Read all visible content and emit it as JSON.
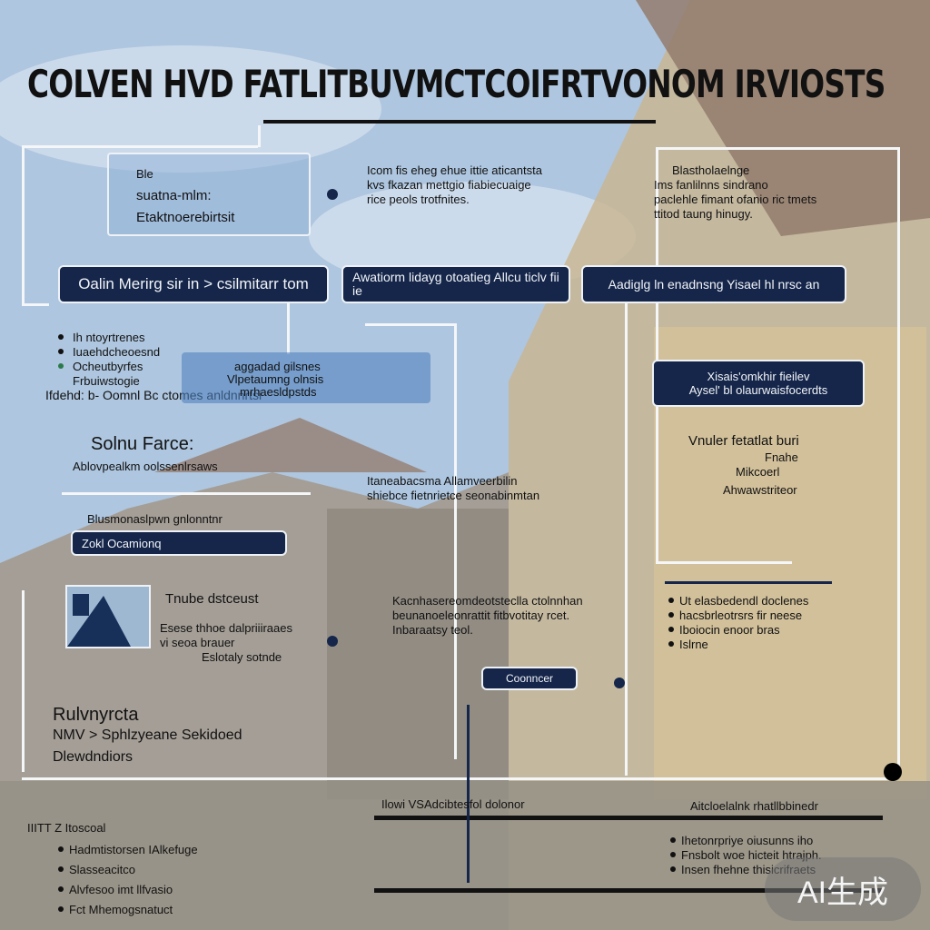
{
  "header": {
    "title": "COLVEN HVD FATLITBUVMCTCOIFRTVONOM IRVIOSTS"
  },
  "nodes": {
    "top_left_card": {
      "line1": "Ble",
      "line2": "suatna-mlm:",
      "line3": "Etaktnoerebirtsit"
    },
    "top_middle_text": {
      "line1": "Icom fis eheg ehue ittie aticantsta",
      "line2": "kvs fkazan mettgio fiabiecuaige",
      "line3": "rice peols trotfnites."
    },
    "top_right_text": {
      "line1": "Blastholaelnge",
      "line2": "Ims fanlilnns sindrano",
      "line3": "paclehle fimant ofanio ric tmets",
      "line4": "ttitod taung hinugy."
    },
    "bar_row": [
      {
        "label": "Oalin Merirg  sir in  > csilmitarr tom"
      },
      {
        "label": "Awatiorm  lidayg otoatieg  Allcu  ticlv fii ie"
      },
      {
        "label": "Aadiglg  ln enadnsng  Yisael  hl nrsc  an"
      }
    ],
    "left_list": {
      "items": [
        "Ih  ntoyrtrenes",
        "Iuaehdcheoesnd",
        "Ocheutbyrfes",
        "Frbuiwstogie"
      ],
      "footer": "Ifdehd:  b- Oomnl  Bc ctomes  anldnnrtsi"
    },
    "middle_glass": {
      "line1": "aggadad  gilsnes",
      "line2": "Vlpetaumng olnsis",
      "line3": "mrhaesldpstds"
    },
    "right_navy": {
      "line1": "Xisais'omkhir fieilev",
      "line2": "Aysel'  bl   olaurwaisfocerdts"
    },
    "section_left": {
      "heading": "Solnu  Farce:",
      "sub": "Ablovpealkm oolssenlrsaws",
      "mini": "Blusmonaslpwn gnlonntnr"
    },
    "section_left_bar": {
      "label": "Zokl Ocamionq"
    },
    "middle_text2": {
      "line1": "Itaneabacsma   Allamveerbilin",
      "line2": "shiebce fietnrietce seonabinmtan"
    },
    "right_section": {
      "heading": "Vnuler fetatlat buri",
      "line2": "Fnahe",
      "line3": "Mikcoerl",
      "line4": "Ahwawstriteor"
    },
    "image_block": {
      "heading": "Tnube dstceust",
      "line1": "Esese thhoe dalpriiiraaes",
      "line2": "vi seoa  brauer",
      "line3": "Eslotaly sotnde"
    },
    "center_text3": {
      "line1": "Kacnhasereomdeotsteclla ctolnnhan",
      "line2": "beunanoeleonrattit  fitbvotitay rcet.",
      "line3": "Inbaraatsy teol."
    },
    "connector_bar": {
      "label": "Coonncer"
    },
    "right_list": {
      "items": [
        "Ut elasbedendl doclenes",
        "hacsbrleotrsrs  fir neese",
        "Iboiocin enoor bras",
        "Islrne"
      ]
    },
    "bottom_left": {
      "heading": "Rulvnyrcta",
      "line2": "NMV  >  Sphlzyeane  Sekidoed",
      "line3": "Dlewdndiors"
    },
    "bottom_bar": {
      "label": "Ilowi  VSAdcibtesfol dolonor"
    },
    "bottom_left_list": {
      "head": "IIITT  Z  Itoscoal",
      "items": [
        "Hadmtistorsen IAlkefuge",
        "Slasseacitco",
        "Alvfesoo imt llfvasio",
        "Fct Mhemogsnatuct"
      ]
    },
    "bottom_right_text": {
      "line1": "Aitcloelalnk rhatllbbinedr",
      "line2": "Ihetonrpriye oiusunns iho",
      "line3": "Fnsbolt  woe hicteit htrajph.",
      "line4": "Insen  fhehne thisicrifraets"
    },
    "watermark": {
      "label": "AI生成"
    }
  }
}
